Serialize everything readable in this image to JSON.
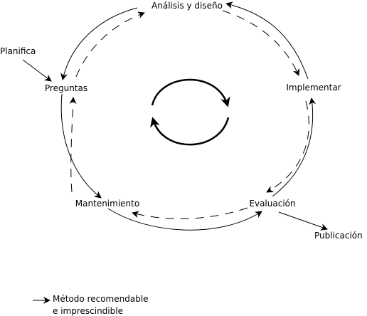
{
  "nodes": {
    "analisis": "Análisis y diseño",
    "implementar": "Implementar",
    "evaluacion": "Evaluación",
    "mantenimiento": "Mantenimiento",
    "preguntas": "Preguntas"
  },
  "external": {
    "planifica": "Planifica",
    "publicacion": "Publicación"
  },
  "legend": {
    "line1": "Método recomendable",
    "line2": "e imprescindible"
  }
}
